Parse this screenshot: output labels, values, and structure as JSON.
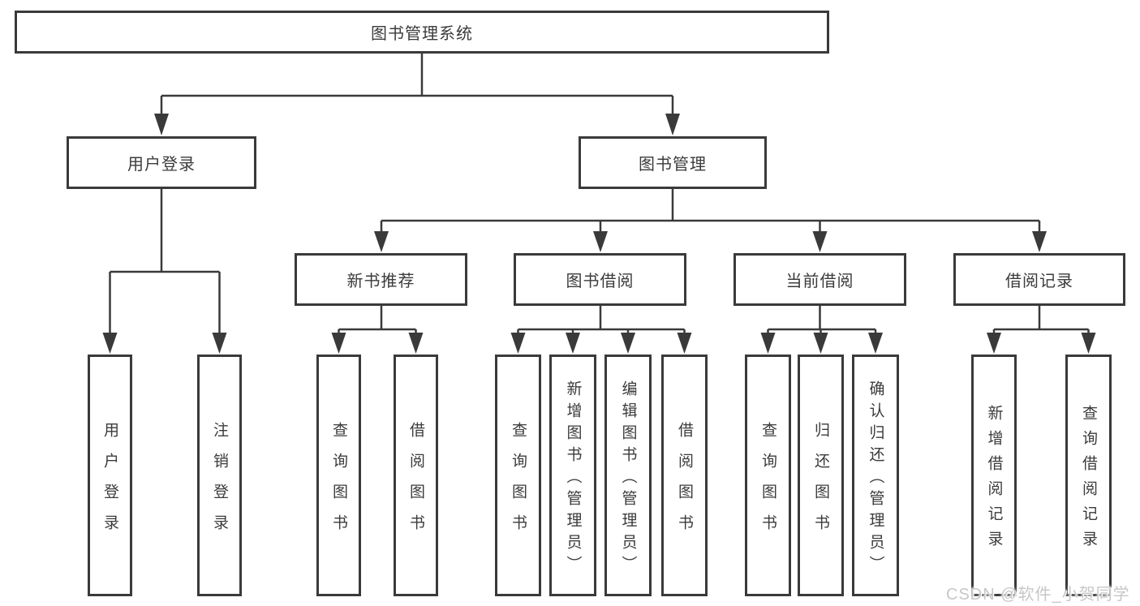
{
  "theme": {
    "background": "#ffffff",
    "line_color": "#3a3a3a",
    "text_color": "#3b3b3b",
    "watermark_color": "#c7c7c7"
  },
  "tree": {
    "label": "图书管理系统",
    "children": [
      {
        "label": "用户登录",
        "children": [
          {
            "label": "用户登录"
          },
          {
            "label": "注销登录"
          }
        ]
      },
      {
        "label": "图书管理",
        "children": [
          {
            "label": "新书推荐",
            "children": [
              {
                "label": "查询图书"
              },
              {
                "label": "借阅图书"
              }
            ]
          },
          {
            "label": "图书借阅",
            "children": [
              {
                "label": "查询图书"
              },
              {
                "label": "新增图书（管理员）"
              },
              {
                "label": "编辑图书（管理员）"
              },
              {
                "label": "借阅图书"
              }
            ]
          },
          {
            "label": "当前借阅",
            "children": [
              {
                "label": "查询图书"
              },
              {
                "label": "归还图书"
              },
              {
                "label": "确认归还（管理员）"
              }
            ]
          },
          {
            "label": "借阅记录",
            "children": [
              {
                "label": "新增借阅记录"
              },
              {
                "label": "查询借阅记录"
              }
            ]
          }
        ]
      }
    ]
  },
  "watermark": {
    "text": "CSDN @软件_小贺同学"
  }
}
